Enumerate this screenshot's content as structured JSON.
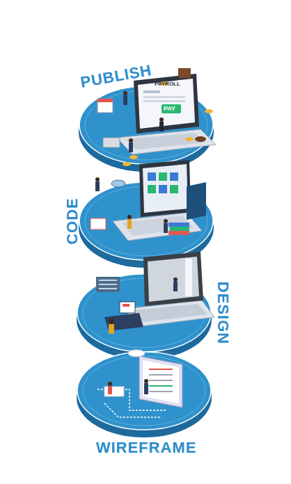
{
  "diagram": {
    "nodes": [
      {
        "text": [
          "PUBLISH"
        ]
      },
      {
        "text": [
          "CODE"
        ]
      },
      {
        "text": [
          "DESIGN"
        ]
      },
      {
        "text": [
          "WIREFRAME"
        ]
      }
    ],
    "labels": [
      "PAYROLL",
      "PAY"
    ]
  }
}
